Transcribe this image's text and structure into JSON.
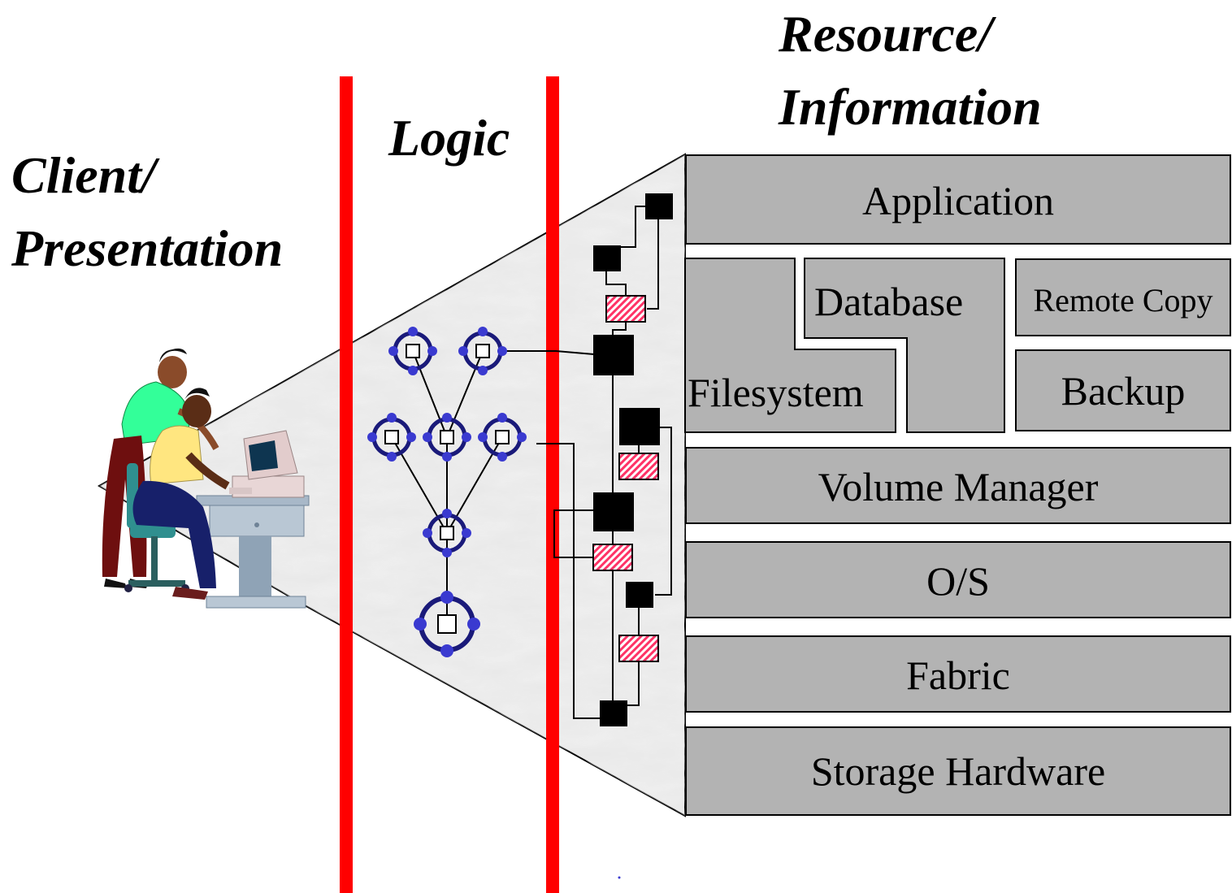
{
  "tiers": {
    "client": {
      "line1": "Client/",
      "line2": "Presentation"
    },
    "logic": {
      "label": "Logic"
    },
    "resource": {
      "line1": "Resource/",
      "line2": "Information"
    }
  },
  "layers": {
    "application": "Application",
    "database": "Database",
    "remote_copy": "Remote Copy",
    "filesystem": "Filesystem",
    "backup": "Backup",
    "volume_manager": "Volume Manager",
    "os": "O/S",
    "fabric": "Fabric",
    "storage_hardware": "Storage Hardware"
  },
  "colors": {
    "divider": "#ff0000",
    "layer_fill": "#b3b3b3",
    "node": "#3a3ad0",
    "node_ring": "#1a1a7a",
    "hatch": "#ff3366",
    "marble": "#e4e4e4"
  }
}
